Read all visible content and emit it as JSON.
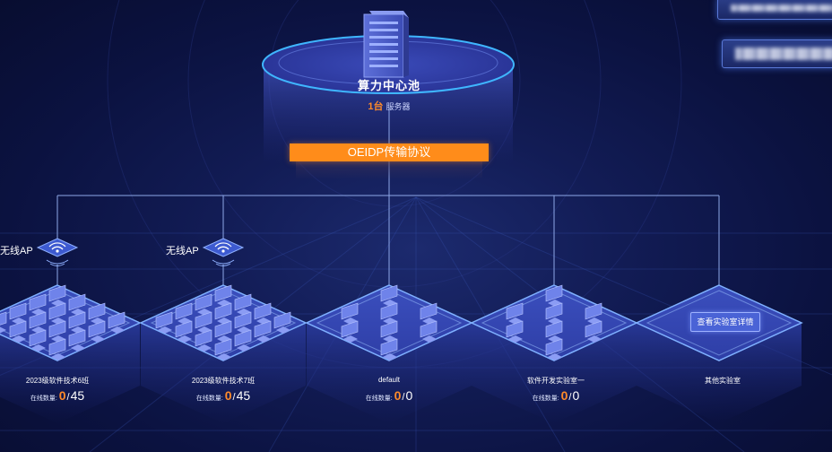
{
  "pool": {
    "title": "算力中心池",
    "count": "1台",
    "unit": "服务器"
  },
  "protocol": "OEIDP传输协议",
  "aps": [
    {
      "label": "无线AP"
    },
    {
      "label": "无线AP"
    }
  ],
  "labs": [
    {
      "name": "2023级软件技术6班",
      "count_label": "在线数量:",
      "online": "0",
      "total": "45"
    },
    {
      "name": "2023级软件技术7班",
      "count_label": "在线数量:",
      "online": "0",
      "total": "45"
    },
    {
      "name": "default",
      "count_label": "在线数量:",
      "online": "0",
      "total": "0"
    },
    {
      "name": "软件开发实验室一",
      "count_label": "在线数量:",
      "online": "0",
      "total": "0"
    },
    {
      "name": "其他实验室"
    }
  ],
  "detail_button": "查看实验室详情",
  "colors": {
    "accent_orange": "#ff8c1a",
    "line": "#8ea8e8",
    "button": "#4a63d6"
  },
  "icons": [
    "server-rack-icon",
    "wifi-ap-icon",
    "computer-icon"
  ]
}
